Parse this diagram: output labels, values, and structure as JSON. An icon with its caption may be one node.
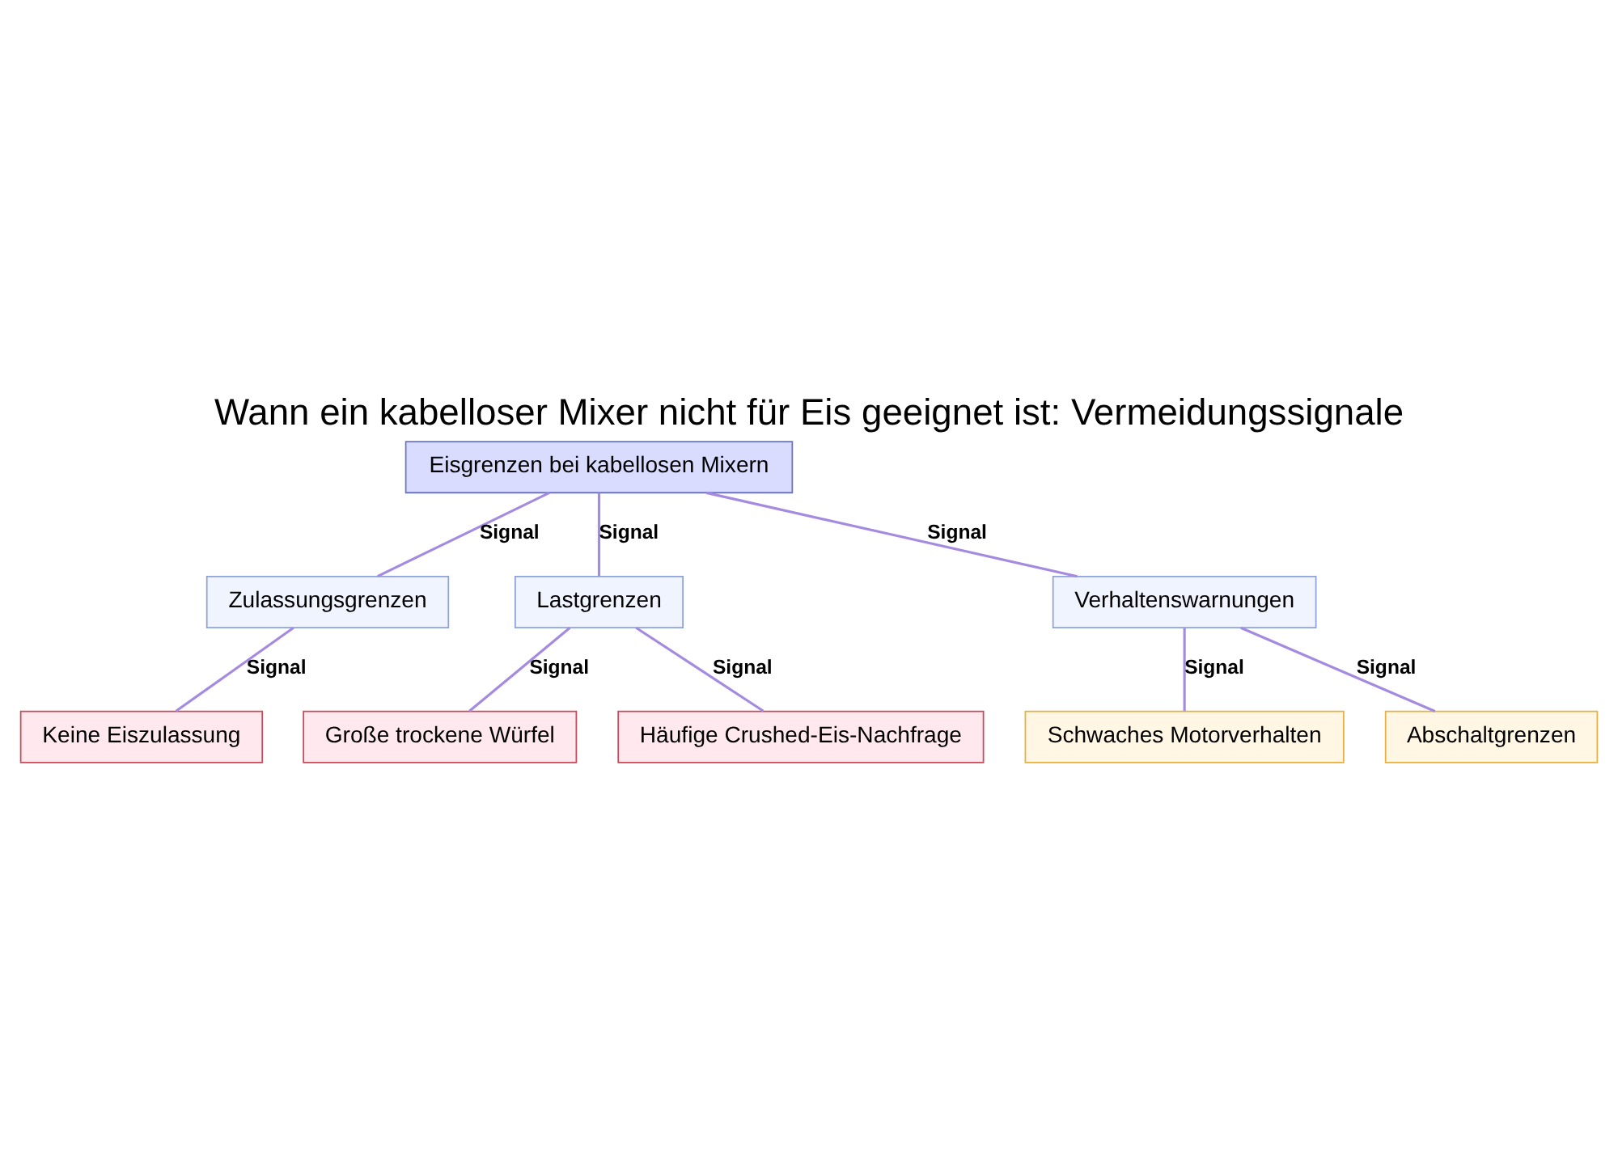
{
  "diagram": {
    "title": "Wann ein kabelloser Mixer nicht für Eis geeignet ist: Vermeidungssignale",
    "nodes": [
      {
        "text": [
          "Eisgrenzen bei kabellosen Mixern"
        ]
      },
      {
        "text": [
          "Zulassungsgrenzen"
        ]
      },
      {
        "text": [
          "Lastgrenzen"
        ]
      },
      {
        "text": [
          "Verhaltenswarnungen"
        ]
      },
      {
        "text": [
          "Keine Eiszulassung"
        ]
      },
      {
        "text": [
          "Große trockene Würfel"
        ]
      },
      {
        "text": [
          "Häufige Crushed-Eis-Nachfrage"
        ]
      },
      {
        "text": [
          "Schwaches Motorverhalten"
        ]
      },
      {
        "text": [
          "Abschaltgrenzen"
        ]
      }
    ],
    "edges": [
      {
        "from": 0,
        "to": 1,
        "arrow": "none",
        "label": "Signal"
      },
      {
        "from": 0,
        "to": 2,
        "arrow": "none",
        "label": "Signal"
      },
      {
        "from": 0,
        "to": 3,
        "arrow": "none",
        "label": "Signal"
      },
      {
        "from": 1,
        "to": 4,
        "arrow": "none",
        "label": "Signal"
      },
      {
        "from": 2,
        "to": 5,
        "arrow": "none",
        "label": "Signal"
      },
      {
        "from": 2,
        "to": 6,
        "arrow": "none",
        "label": "Signal"
      },
      {
        "from": 3,
        "to": 7,
        "arrow": "none",
        "label": "Signal"
      },
      {
        "from": 3,
        "to": 8,
        "arrow": "none",
        "label": "Signal"
      }
    ]
  }
}
